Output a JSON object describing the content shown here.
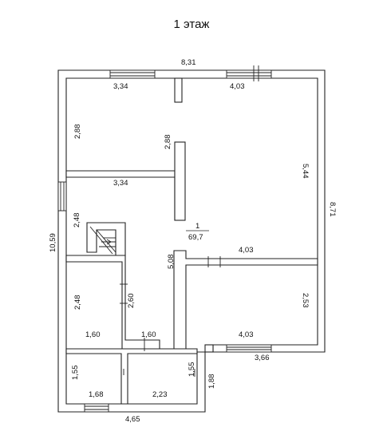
{
  "plan": {
    "title": "1 этаж",
    "room_number": "1",
    "room_area": "69,7",
    "dimensions": {
      "top_total": "8,31",
      "left_total": "10,59",
      "right_total": "8,71",
      "bottom_total": "4,65",
      "top_left_room_width": "3,34",
      "top_left_room_height": "2,88",
      "top_right_room_width": "4,03",
      "top_right_room_height": "5,44",
      "corridor_wall_height": "2,88",
      "mid_left_width": "3,34",
      "stair_height": "2,48",
      "center_wall_height": "5,08",
      "mid_right_width": "4,03",
      "right_bottom_room_height": "2,53",
      "right_bottom_room_width": "4,03",
      "small_room_height": "2,48",
      "small_room_width": "1,60",
      "small_room_side": "2,60",
      "corridor_width": "1,60",
      "right_bottom_window": "3,66",
      "bath1_height": "1,55",
      "bath1_width": "1,68",
      "bath2_width": "2,23",
      "bath2_height": "1,55",
      "bath2_side": "1,88"
    }
  }
}
